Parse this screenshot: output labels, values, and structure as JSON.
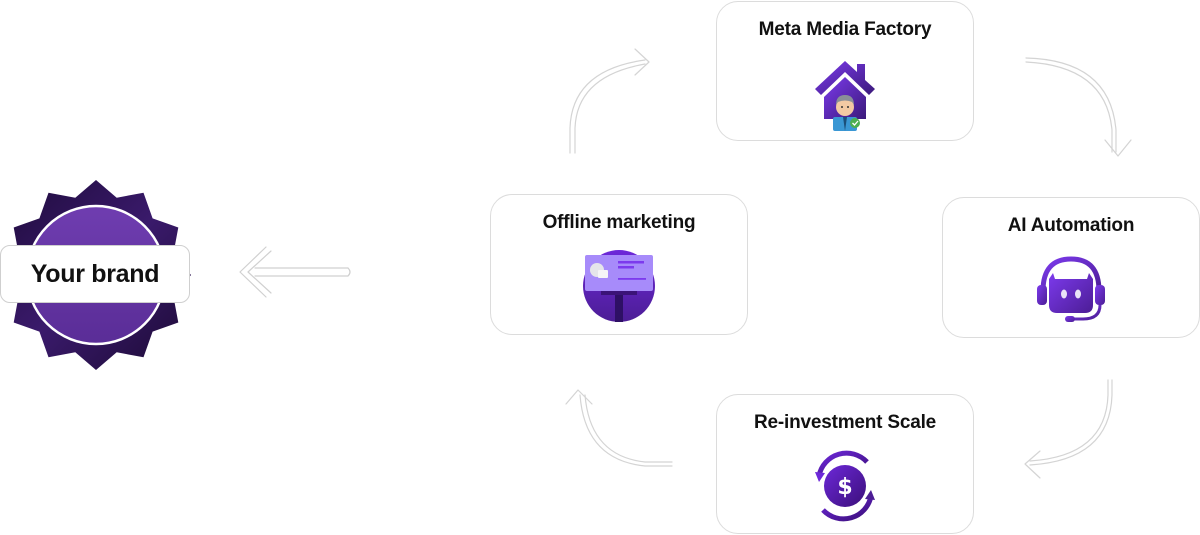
{
  "brand": {
    "label": "Your brand",
    "badge_colors": {
      "outer": "#2d1352",
      "inner": "#6a3aa8",
      "ring": "#ffffff"
    }
  },
  "cycle": {
    "steps": [
      {
        "id": "meta",
        "title": "Meta Media Factory",
        "icon": "house-person-icon"
      },
      {
        "id": "ai",
        "title": "AI Automation",
        "icon": "robot-headset-icon"
      },
      {
        "id": "reinvest",
        "title": "Re-investment Scale",
        "icon": "dollar-cycle-icon"
      },
      {
        "id": "offline",
        "title": "Offline marketing",
        "icon": "billboard-icon"
      }
    ],
    "direction": "clockwise"
  },
  "colors": {
    "accent": "#5b21b6",
    "accent_light": "#8b5cf6",
    "card_border": "#dcdcdc",
    "arrow_stroke": "#d6d6d6",
    "text": "#111111"
  }
}
